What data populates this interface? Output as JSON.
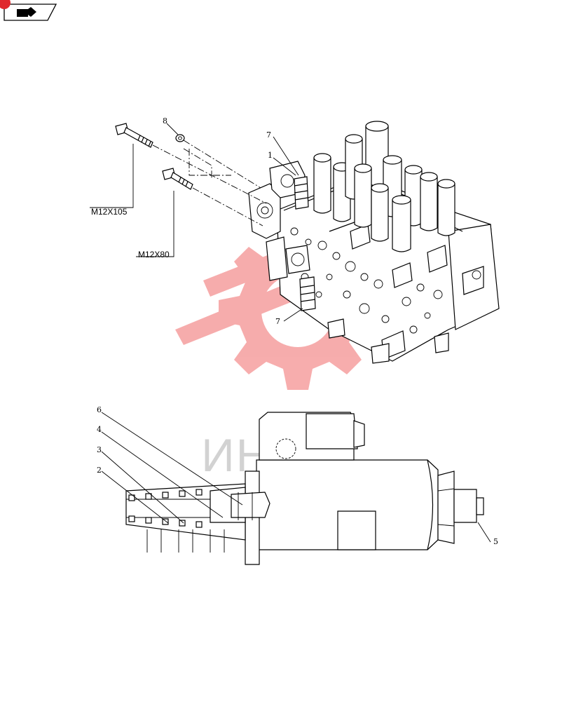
{
  "header": {
    "icon": "book-arrow-icon",
    "corner_mark_color": "#e0282d"
  },
  "upper_view": {
    "callouts": {
      "p8": "8",
      "p7_top": "7",
      "p1": "1",
      "p7_bottom": "7"
    },
    "bolts": {
      "long_label": "M12X105",
      "short_label": "M12X80"
    }
  },
  "lower_view": {
    "callouts": {
      "p6": "6",
      "p4": "4",
      "p3": "3",
      "p2": "2",
      "p5": "5"
    }
  },
  "watermark": {
    "text": "ИНТЕХ",
    "logo_color": "#f06a6a",
    "text_color": "#d2d2d2"
  }
}
